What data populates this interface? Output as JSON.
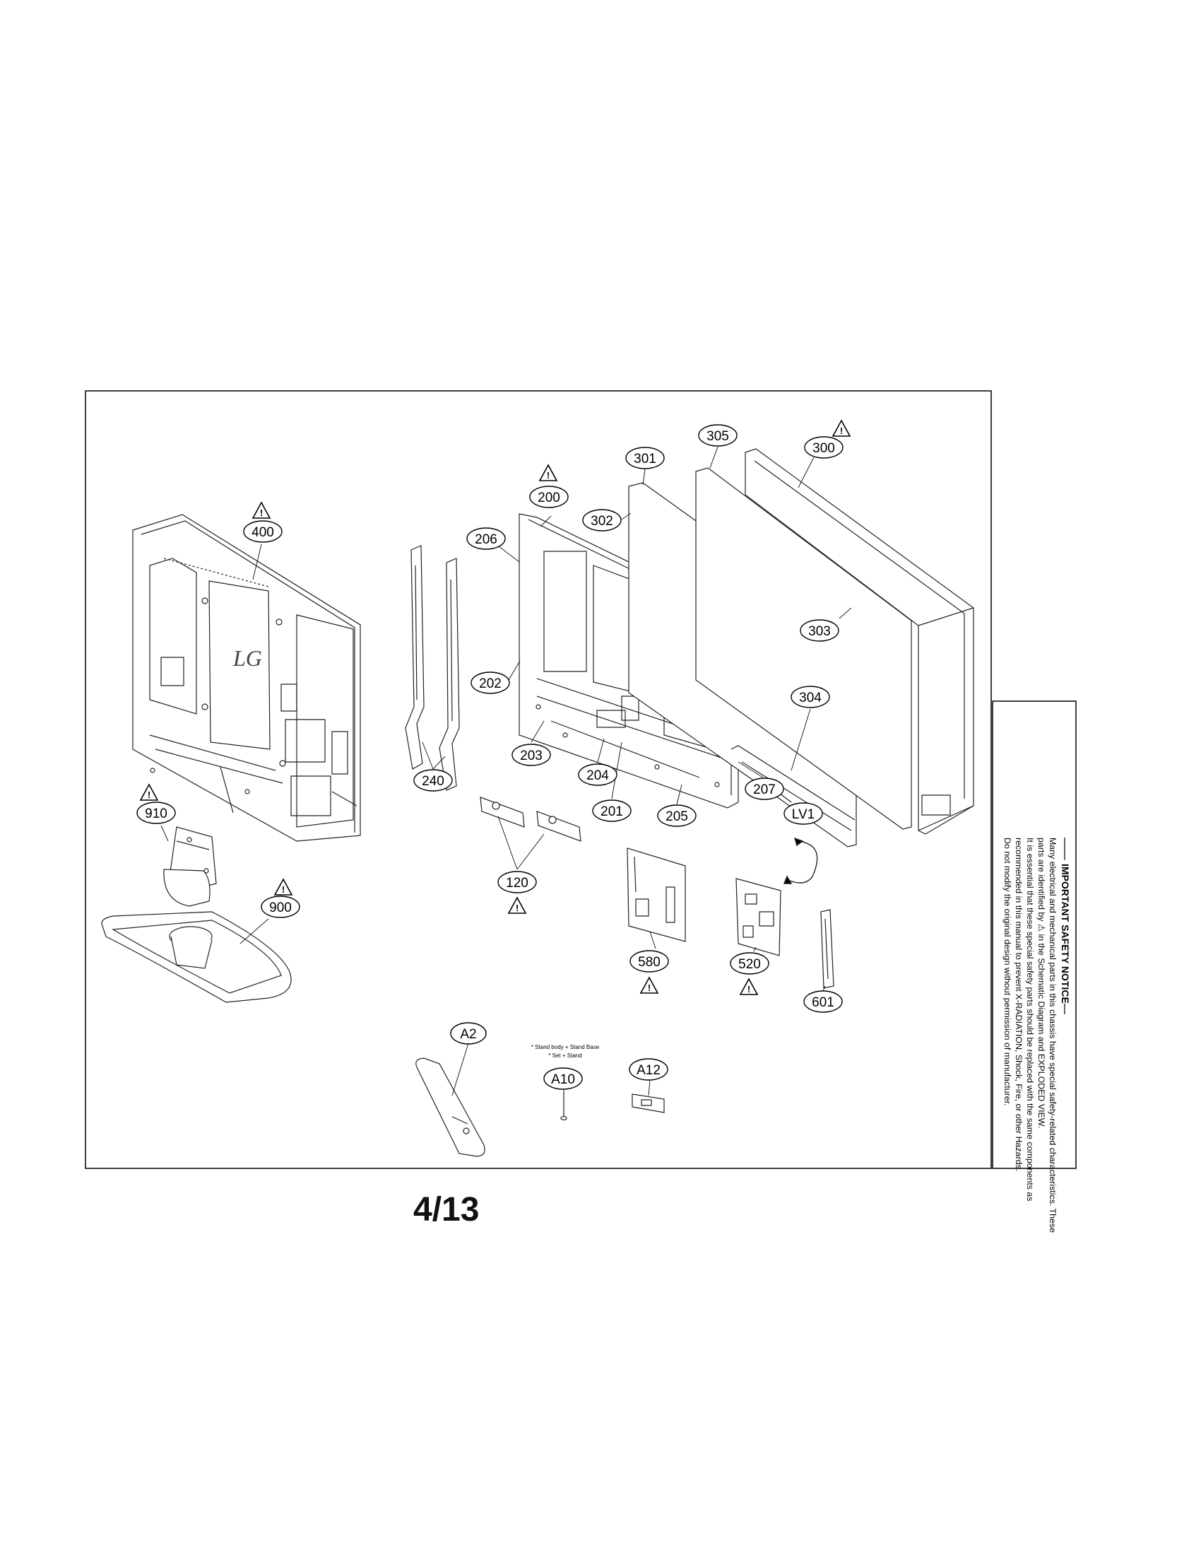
{
  "diagram": {
    "callouts": {
      "c400": "400",
      "c910": "910",
      "c900": "900",
      "c240": "240",
      "c206": "206",
      "c200": "200",
      "c202": "202",
      "c203": "203",
      "c204": "204",
      "c201": "201",
      "c205": "205",
      "c207": "207",
      "c301": "301",
      "c302": "302",
      "c305": "305",
      "c300": "300",
      "c303": "303",
      "c304": "304",
      "c120": "120",
      "c580": "580",
      "c520": "520",
      "cLV1": "LV1",
      "c601": "601",
      "cA2": "A2",
      "cA10": "A10",
      "cA12": "A12"
    },
    "stand_note_line1": "* Stand body + Stand Base",
    "stand_note_line2": "* Set + Stand",
    "logo_text": "LG",
    "warning_mark": "!"
  },
  "safety_notice": {
    "title": "IMPORTANT SAFETY NOTICE",
    "lines": [
      "Many electrical and mechanical parts in this chassis have special safety-related characteristics. These",
      "parts are identified by ⚠ in the Schematic Diagram and EXPLODED VIEW.",
      "It is essential that these special safety parts should be replaced with the same components as",
      "recommended in this manual to prevent X-RADIATION, Shock, Fire, or other Hazards.",
      "Do not modify the original design without permission of manufacturer."
    ]
  },
  "page": {
    "number": "4/13"
  }
}
